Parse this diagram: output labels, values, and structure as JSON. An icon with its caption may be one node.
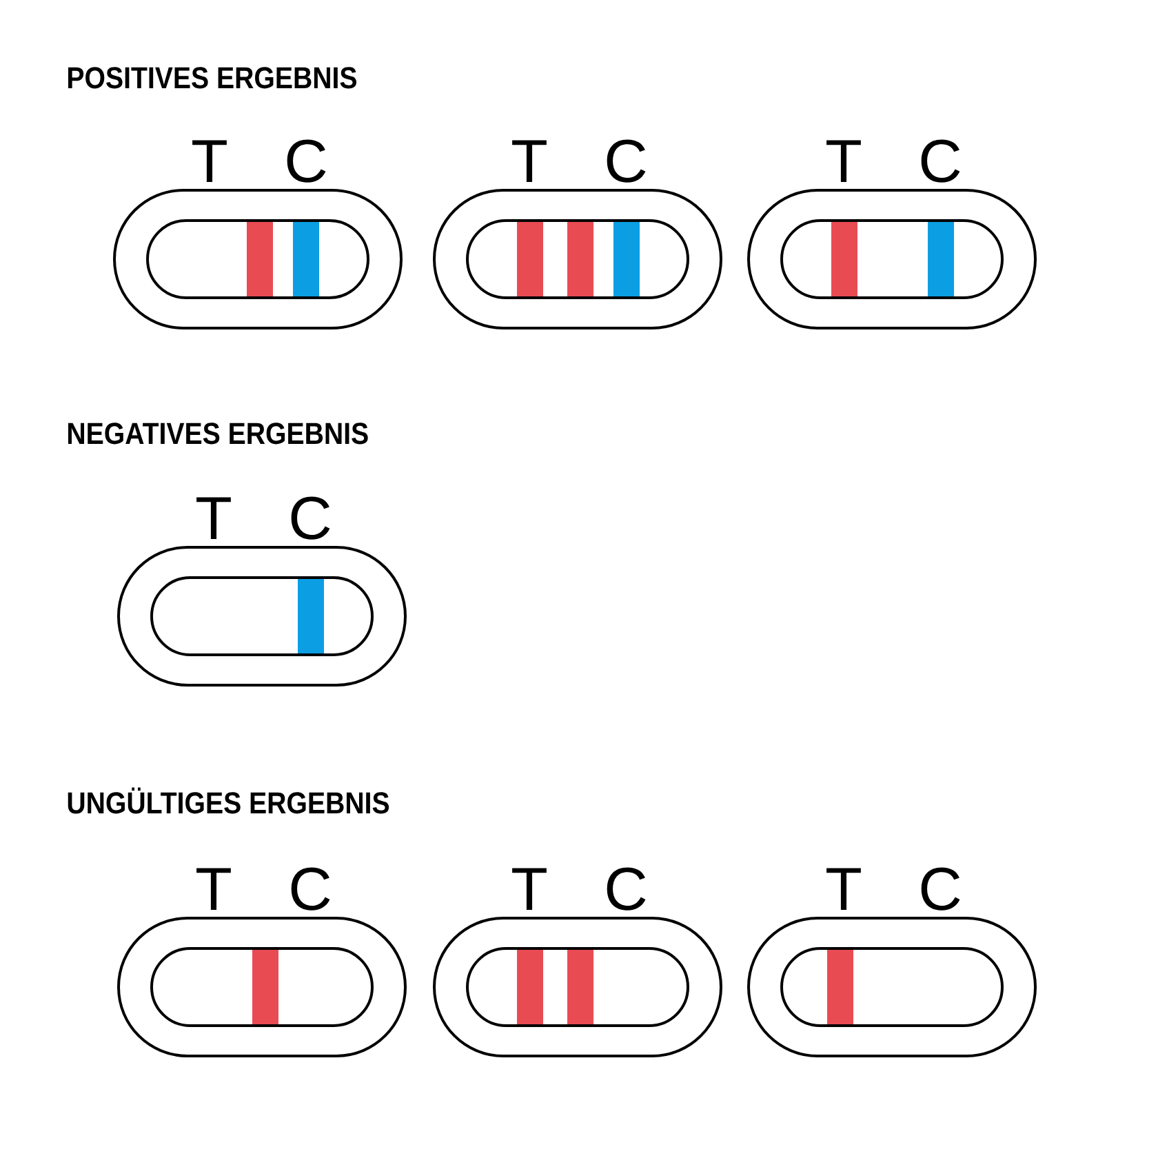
{
  "diagram": {
    "nodes": [
      {
        "text": [],
        "shape": "capsule",
        "beside": [
          "T",
          "C"
        ]
      },
      {
        "text": [],
        "shape": "bar",
        "in": 0
      },
      {
        "text": [],
        "shape": "bar",
        "in": 0
      },
      {
        "text": [],
        "shape": "capsule",
        "beside": [
          "T",
          "C"
        ]
      },
      {
        "text": [],
        "shape": "bar",
        "in": 3
      },
      {
        "text": [],
        "shape": "bar",
        "in": 3
      },
      {
        "text": [],
        "shape": "bar",
        "in": 3
      },
      {
        "text": [],
        "shape": "capsule",
        "beside": [
          "T",
          "C"
        ]
      },
      {
        "text": [],
        "shape": "bar",
        "in": 7
      },
      {
        "text": [],
        "shape": "bar",
        "in": 7
      },
      {
        "text": [],
        "shape": "capsule",
        "beside": [
          "T",
          "C"
        ]
      },
      {
        "text": [],
        "shape": "bar",
        "in": 10
      },
      {
        "text": [],
        "shape": "capsule",
        "beside": [
          "T",
          "C"
        ]
      },
      {
        "text": [],
        "shape": "bar",
        "in": 12
      },
      {
        "text": [],
        "shape": "capsule",
        "beside": [
          "T",
          "C"
        ]
      },
      {
        "text": [],
        "shape": "bar",
        "in": 14
      },
      {
        "text": [],
        "shape": "bar",
        "in": 14
      },
      {
        "text": [],
        "shape": "capsule",
        "beside": [
          "T",
          "C"
        ]
      },
      {
        "text": [],
        "shape": "bar",
        "in": 17
      }
    ],
    "labels": [
      "POSITIVES ERGEBNIS",
      "NEGATIVES ERGEBNIS",
      "UNGÜLTIGES ERGEBNIS"
    ]
  }
}
